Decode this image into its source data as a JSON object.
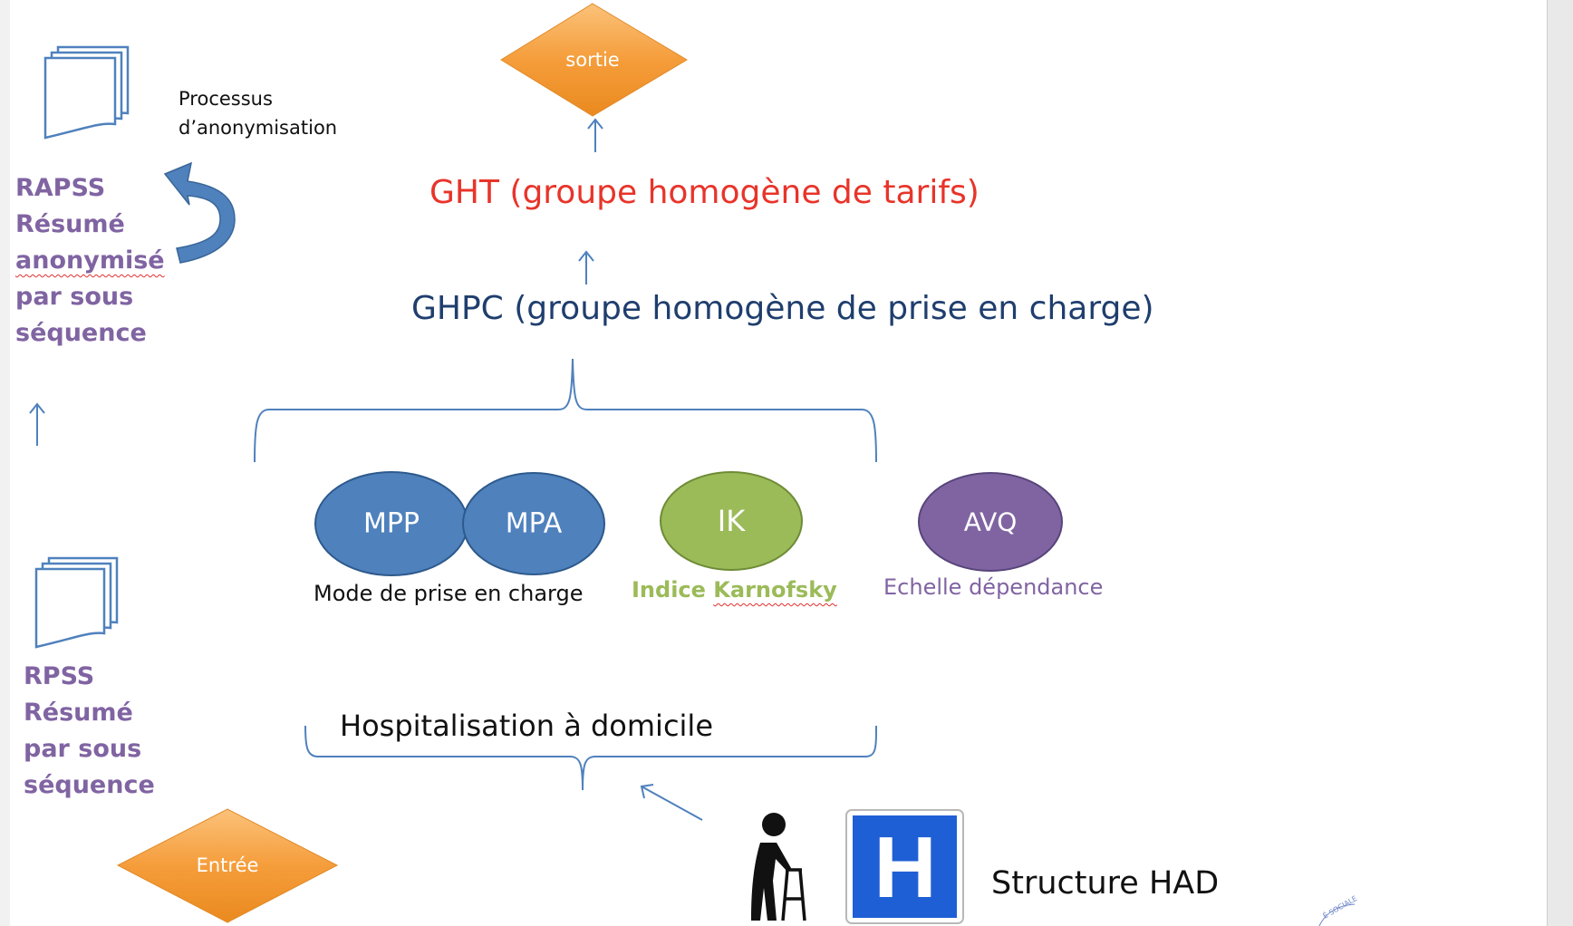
{
  "nodes": {
    "sortie": "sortie",
    "entree": "Entrée",
    "ght": "GHT (groupe homogène de tarifs)",
    "ghpc": "GHPC (groupe homogène de prise en charge)",
    "mpp": "MPP",
    "mpa": "MPA",
    "ik": "IK",
    "avq": "AVQ",
    "hospitalisation": "Hospitalisation à domicile",
    "structure": "Structure HAD",
    "hospital_sign": "H"
  },
  "captions": {
    "mode": "Mode de prise en charge",
    "indice_prefix": "Indice ",
    "indice_word": "Karnofsky",
    "echelle": "Echelle dépendance",
    "processus_l1": "Processus",
    "processus_l2": "d’anonymisation"
  },
  "left": {
    "rapss": [
      "RAPSS",
      "Résumé",
      "anonymisé",
      "par sous",
      "séquence"
    ],
    "rpss": [
      "RPSS",
      "Résumé",
      "par sous",
      "séquence"
    ]
  },
  "colors": {
    "orange": "#f59d3b",
    "red_title": "#e8342a",
    "navy_title": "#1f3e6e",
    "blue_ellipse": "#4f81bd",
    "green_ellipse": "#9bbb59",
    "purple_ellipse": "#8064a2",
    "line_blue": "#4f81bd",
    "hospital_blue": "#1f5fd6"
  }
}
